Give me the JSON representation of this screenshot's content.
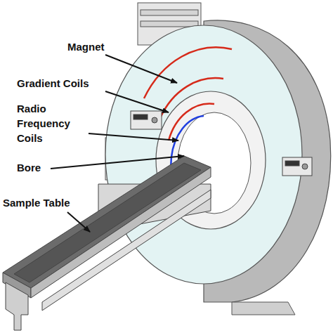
{
  "diagram": {
    "labels": [
      "Magnet",
      "Gradient Coils",
      "Radio Frequency Coils",
      "Bore",
      "Sample Table"
    ]
  }
}
